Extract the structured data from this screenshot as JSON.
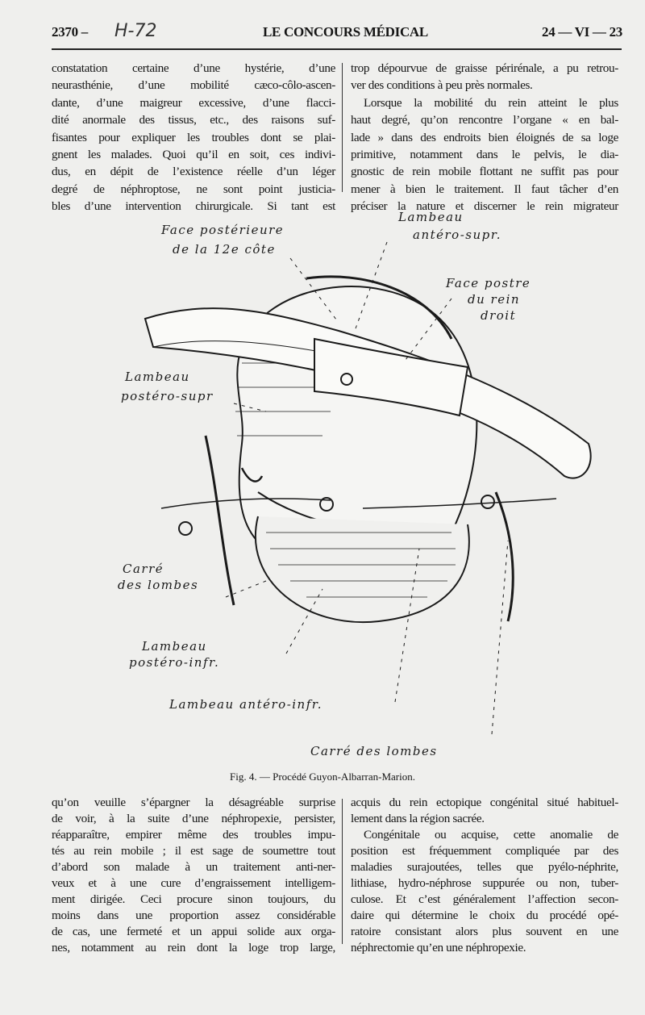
{
  "header": {
    "page_number": "2370 –",
    "handwritten_note": "H-72",
    "journal_title": "LE CONCOURS MÉDICAL",
    "date": "24 — VI — 23"
  },
  "top_left_lines": [
    "constatation certaine d’une hystérie, d’une",
    "neurasthénie, d’une mobilité cæco-côlo-ascen-",
    "dante, d’une maigreur excessive, d’une flacci-",
    "dité anormale des tissus, etc., des raisons suf-",
    "fisantes pour expliquer les troubles dont se plai-",
    "gnent les malades. Quoi qu’il en soit, ces indivi-",
    "dus, en dépit de l’existence réelle d’un léger",
    "degré de néphroptose, ne sont point justicia-",
    "bles d’une intervention chirurgicale. Si tant est"
  ],
  "top_right_lines": [
    "trop dépourvue de graisse périrénale, a pu retrou-",
    "ver des conditions à peu près normales.",
    "Lorsque la mobilité du rein atteint le plus",
    "haut degré, qu’on rencontre l’organe « en bal-",
    "lade » dans des endroits bien éloignés de sa loge",
    "primitive, notamment dans le pelvis, le dia-",
    "gnostic de rein mobile flottant ne suffit pas pour",
    "mener à bien le traitement. Il faut tâcher d’en",
    "préciser la nature et discerner le rein migrateur"
  ],
  "figure": {
    "labels": {
      "face_posterieure_1": "Face postérieure",
      "face_posterieure_2": "de la 12e côte",
      "lambeau_antero_sup_1": "Lambeau",
      "lambeau_antero_sup_2": "antéro-supr.",
      "face_post_rein_1": "Face postre",
      "face_post_rein_2": "du rein",
      "face_post_rein_3": "droit",
      "lambeau_postero_sup_1": "Lambeau",
      "lambeau_postero_sup_2": "postéro-supr",
      "carre_lombes_left_1": "Carré",
      "carre_lombes_left_2": "des lombes",
      "lambeau_postero_inf_1": "Lambeau",
      "lambeau_postero_inf_2": "postéro-infr.",
      "lambeau_antero_inf": "Lambeau antéro-infr.",
      "carre_lombes_bottom": "Carré des lombes"
    },
    "caption": "Fig. 4. — Procédé Guyon-Albarran-Marion."
  },
  "bottom_left_lines": [
    "qu’on veuille s’épargner la désagréable surprise",
    "de voir, à la suite d’une néphropexie, persister,",
    "réapparaître, empirer même des troubles impu-",
    "tés au rein mobile ; il est sage de soumettre tout",
    "d’abord son malade à un traitement anti-ner-",
    "veux et à une cure d’engraissement intelligem-",
    "ment dirigée. Ceci procure sinon toujours, du",
    "moins dans une proportion assez considérable",
    "de cas, une fermeté et un appui solide aux orga-",
    "nes, notamment au rein dont la loge trop large,"
  ],
  "bottom_right_lines": [
    "acquis du rein ectopique congénital situé habituel-",
    "lement dans la région sacrée.",
    "Congénitale ou acquise, cette anomalie de",
    "position est fréquemment compliquée par des",
    "maladies surajoutées, telles que pyélo-néphrite,",
    "lithiase, hydro-néphrose suppurée ou non, tuber-",
    "culose. Et c’est généralement l’affection secon-",
    "daire qui détermine le choix du procédé opé-",
    "ratoire consistant alors plus souvent en une",
    "néphrectomie qu’en une néphropexie."
  ]
}
